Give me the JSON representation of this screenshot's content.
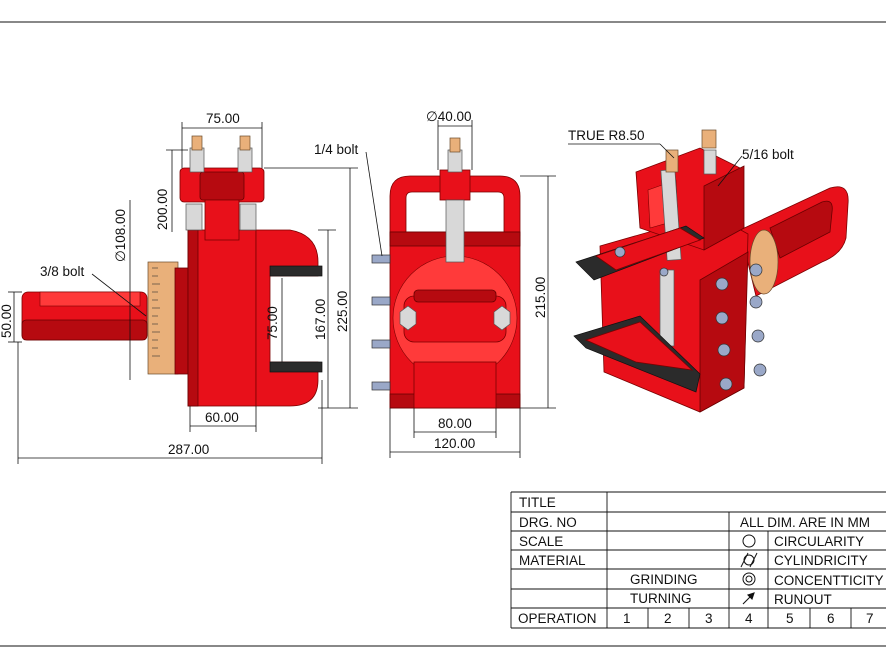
{
  "dimensions": {
    "side_width_top": "75.00",
    "side_height_200": "200.00",
    "side_dia_108": "∅108.00",
    "side_bolt_38": "3/8 bolt",
    "side_left_50": "50.00",
    "side_inner_75": "75.00",
    "side_167": "167.00",
    "side_225": "225.00",
    "side_60": "60.00",
    "side_287": "287.00",
    "front_dia_40": "∅40.00",
    "front_bolt_14": "1/4 bolt",
    "front_215": "215.00",
    "front_80": "80.00",
    "front_120": "120.00",
    "iso_radius": "TRUE R8.50",
    "iso_bolt_516": "5/16 bolt"
  },
  "title_block": {
    "title_label": "TITLE",
    "drg_no_label": "DRG. NO",
    "scale_label": "SCALE",
    "material_label": "MATERIAL",
    "grinding": "GRINDING",
    "turning": "TURNING",
    "operation_label": "OPERATION",
    "all_dim": "ALL DIM. ARE IN MM",
    "circularity": "CIRCULARITY",
    "cylindricity": "CYLINDRICITY",
    "concentricity": "CONCENTTICITY",
    "runout": "RUNOUT",
    "op_numbers": [
      "1",
      "2",
      "3",
      "4",
      "5",
      "6",
      "7"
    ]
  }
}
